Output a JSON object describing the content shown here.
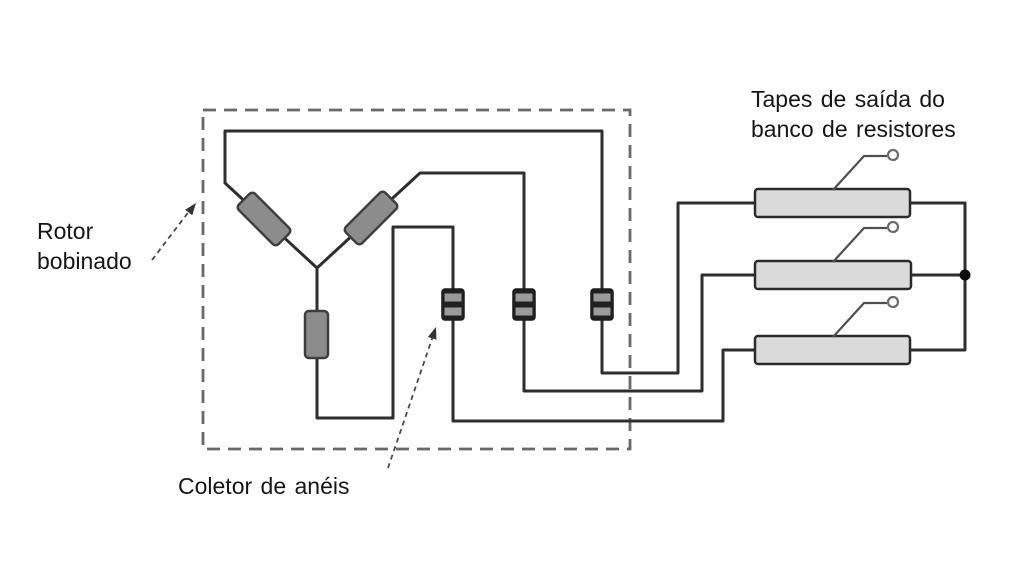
{
  "title": "Diagrama de rotor bobinado com coletor de anéis e banco de resistores",
  "labels": {
    "rotor_line1": "Rotor",
    "rotor_line2": "bobinado",
    "coletor": "Coletor de anéis",
    "tapes_line1": "Tapes de saída do",
    "tapes_line2": "banco de resistores"
  },
  "components": {
    "windings": [
      "winding-left",
      "winding-right",
      "winding-bottom"
    ],
    "slip_rings": [
      "slip-ring-1",
      "slip-ring-2",
      "slip-ring-3"
    ],
    "resistors": [
      "resistor-1",
      "resistor-2",
      "resistor-3"
    ],
    "output_taps": [
      "tap-terminal-1",
      "tap-terminal-2",
      "tap-terminal-3"
    ],
    "junction_dot": "wire-junction"
  },
  "colors": {
    "background": "#ffffff",
    "wire": "#2e2e2e",
    "dashed_boundary": "#696969",
    "winding_fill": "#8c8c8c",
    "winding_border": "#3e3e3e",
    "slip_ring_body": "#202020",
    "slip_ring_band": "#9a9a9a",
    "resistor_fill": "#dadada",
    "resistor_border": "#2b2b2b",
    "text": "#161616"
  }
}
